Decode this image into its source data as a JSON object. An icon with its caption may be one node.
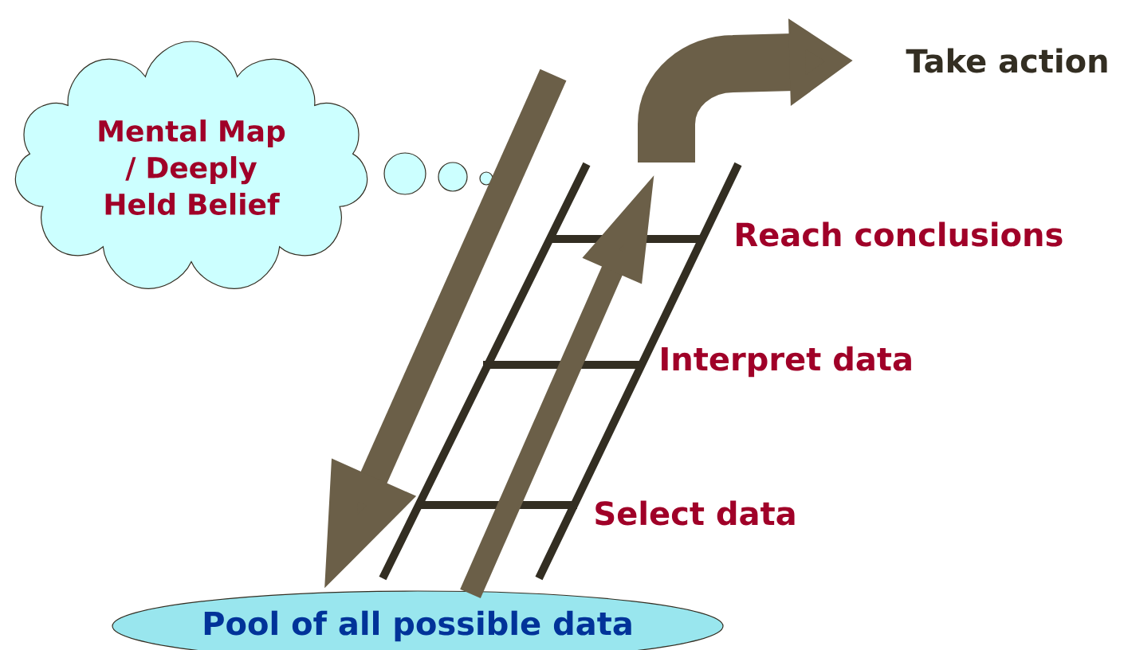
{
  "diagram": {
    "nodes": [
      {
        "text": [
          "Mental Map / Deeply Held Belief"
        ]
      },
      {
        "text": [
          "Pool of all possible data"
        ]
      },
      {
        "text": [
          "Take action"
        ]
      }
    ],
    "edges": [
      {
        "from": null,
        "to": 1,
        "arrow": "to"
      },
      {
        "from": 1,
        "to": null,
        "arrow": "to"
      },
      {
        "from": null,
        "to": 2,
        "arrow": "to",
        "style": "thick"
      }
    ],
    "labels": [
      "Reach conclusions",
      "Interpret data",
      "Select data"
    ]
  }
}
